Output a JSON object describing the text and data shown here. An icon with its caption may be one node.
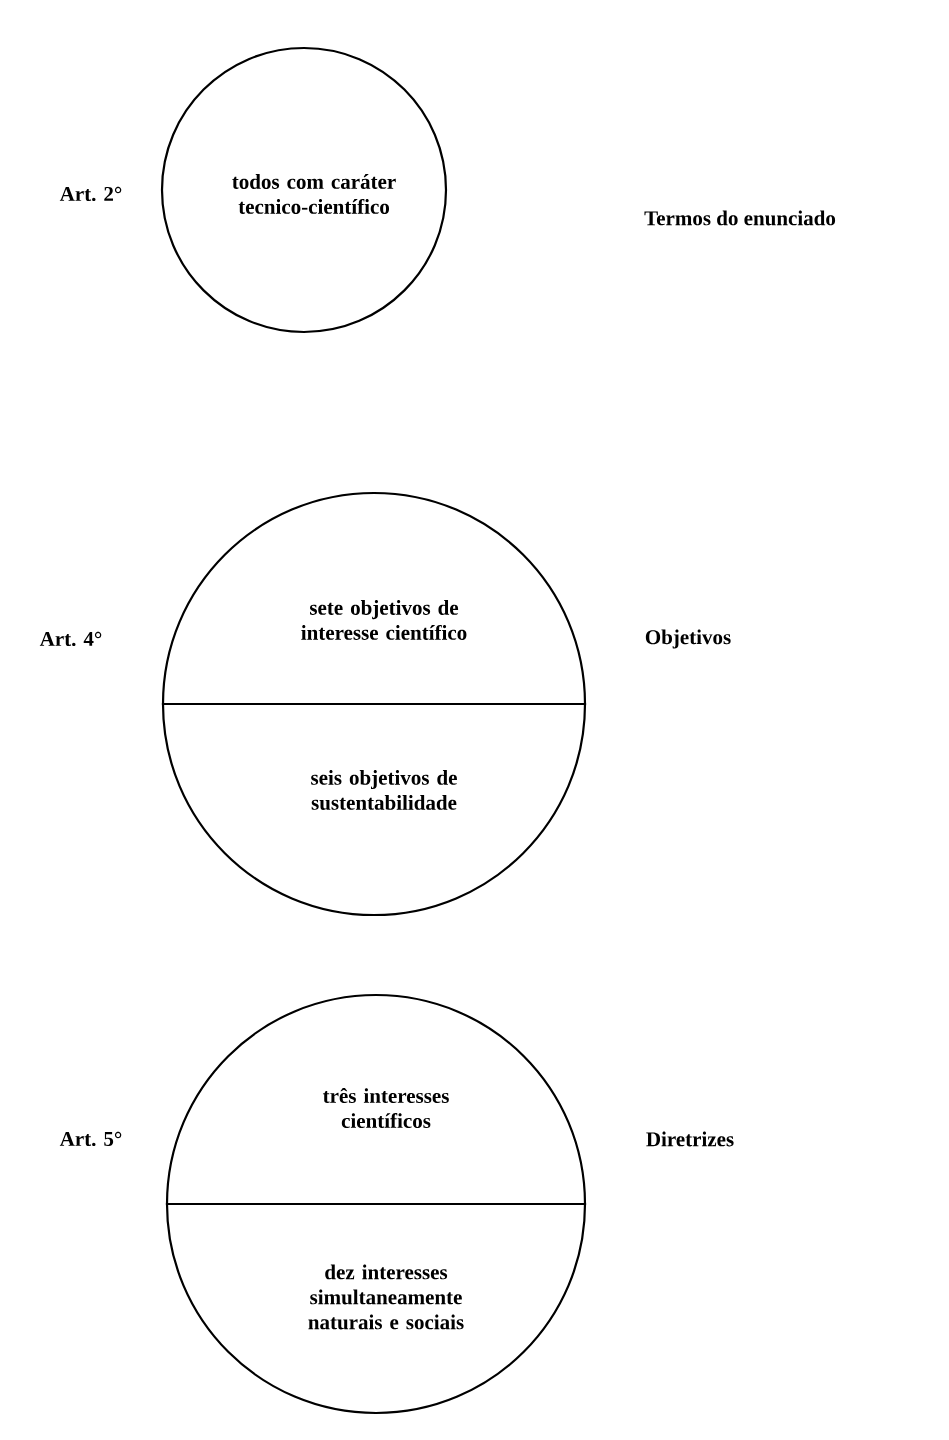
{
  "diagram": {
    "nodes": [
      {
        "text": [
          "todos com caráter tecnico-científico"
        ]
      },
      {
        "text": [
          "sete objetivos de interesse científico",
          "seis objetivos de sustentabilidade"
        ]
      },
      {
        "text": [
          "três interesses científicos",
          "dez interesses simultaneamente naturais e sociais"
        ]
      }
    ],
    "labels": [
      "Art. 2°",
      "Termos do enunciado",
      "Art. 4°",
      "Objetivos",
      "Art. 5°",
      "Diretrizes"
    ]
  }
}
